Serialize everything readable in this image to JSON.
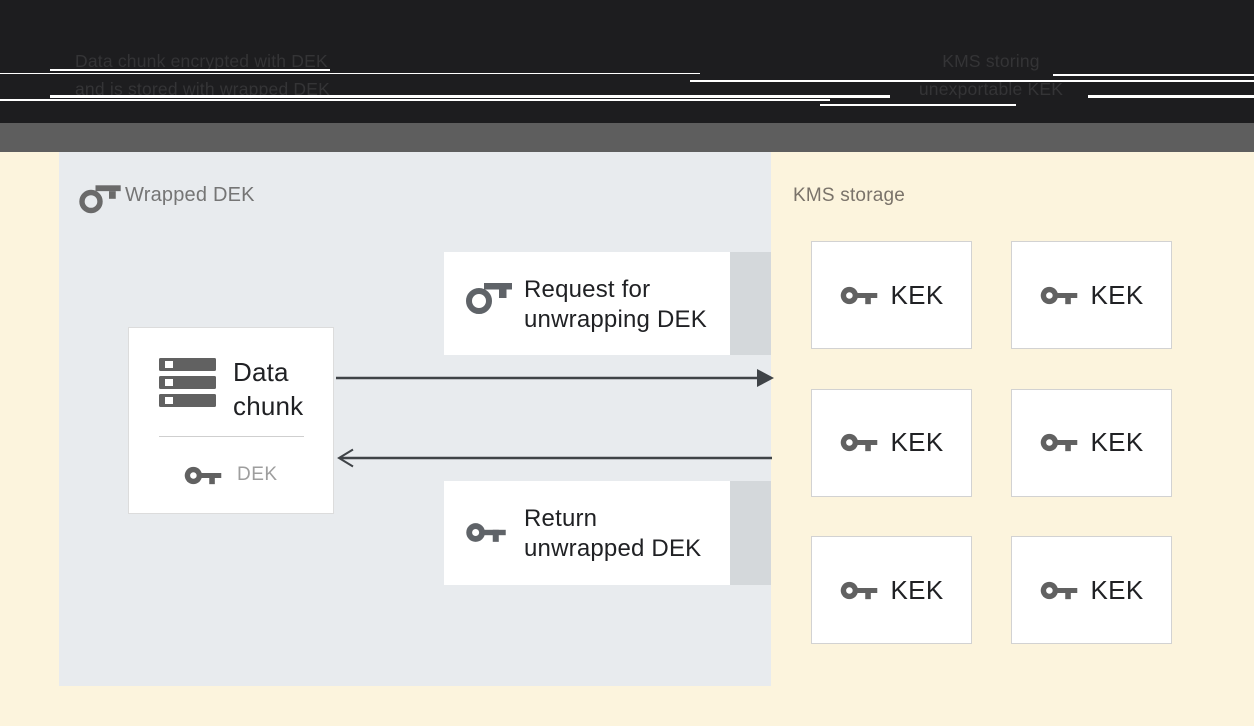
{
  "header": {
    "left_caption_line1": "Data chunk encrypted with DEK",
    "left_caption_line2": "and is stored with wrapped DEK",
    "right_caption_line1": "KMS storing",
    "right_caption_line2": "unexportable KEK"
  },
  "wrapped_dek_panel": {
    "title": "Wrapped DEK",
    "title_icon": "wrapped-key-outline-icon",
    "data_chunk": {
      "label_line1": "Data",
      "label_line2": "chunk",
      "storage_icon": "storage-stack-icon",
      "key_icon": "key-solid-icon",
      "key_label": "DEK"
    },
    "request_box": {
      "icon": "wrapped-key-outline-icon",
      "label_line1": "Request for",
      "label_line2": "unwrapping DEK"
    },
    "return_box": {
      "icon": "key-solid-icon",
      "label_line1": "Return",
      "label_line2": "unwrapped DEK"
    }
  },
  "kms": {
    "title": "KMS storage",
    "kek_icon": "key-solid-icon",
    "keks": [
      {
        "label": "KEK"
      },
      {
        "label": "KEK"
      },
      {
        "label": "KEK"
      },
      {
        "label": "KEK"
      },
      {
        "label": "KEK"
      },
      {
        "label": "KEK"
      }
    ]
  },
  "colors": {
    "header_bg": "#1d1d1f",
    "header_text": "#343436",
    "gray_bar": "#5e5e5e",
    "body_bg": "#fcf4dd",
    "panel_bg": "#e8ebee",
    "strip_gray": "#d4d8db",
    "box_bg": "#ffffff",
    "box_border": "#d2d2d2",
    "icon_gray": "#616161",
    "text_dark": "#202124",
    "panel_title": "#757575",
    "kms_title": "#7a736a",
    "dek_label": "#9e9e9e",
    "arrow": "#3f4347",
    "glitch_stripe": "#ffffff"
  }
}
